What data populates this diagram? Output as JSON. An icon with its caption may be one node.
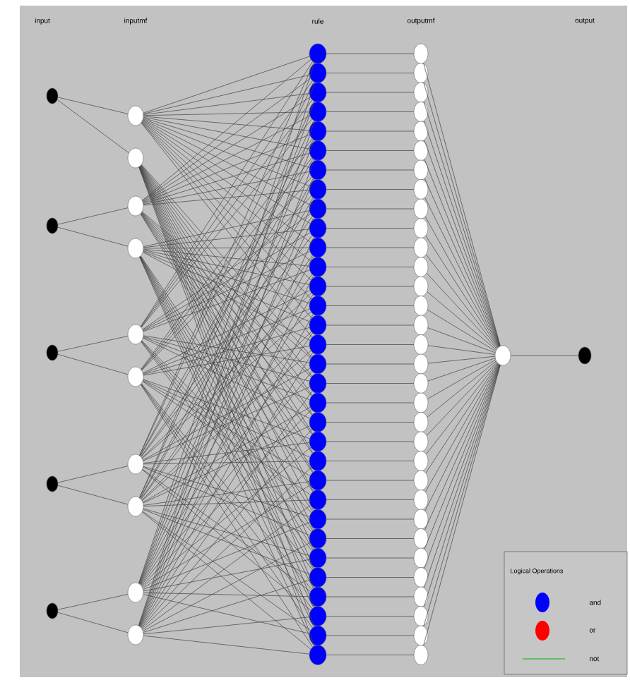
{
  "diagram": {
    "nodes": [
      {
        "text": [],
        "shape": "circle"
      },
      {
        "text": [],
        "shape": "circle"
      },
      {
        "text": [],
        "shape": "circle"
      },
      {
        "text": [],
        "shape": "circle"
      },
      {
        "text": [],
        "shape": "circle"
      },
      {
        "text": [],
        "shape": "circle"
      },
      {
        "text": [],
        "shape": "circle"
      },
      {
        "text": [],
        "shape": "circle"
      },
      {
        "text": [],
        "shape": "circle"
      },
      {
        "text": [],
        "shape": "circle"
      },
      {
        "text": [],
        "shape": "circle"
      },
      {
        "text": [],
        "shape": "circle"
      },
      {
        "text": [],
        "shape": "circle"
      },
      {
        "text": [],
        "shape": "circle"
      },
      {
        "text": [],
        "shape": "circle"
      },
      {
        "text": [],
        "shape": "circle"
      },
      {
        "text": [],
        "shape": "circle"
      },
      {
        "text": [],
        "shape": "circle"
      },
      {
        "text": [],
        "shape": "circle"
      },
      {
        "text": [],
        "shape": "circle"
      },
      {
        "text": [],
        "shape": "circle"
      },
      {
        "text": [],
        "shape": "circle"
      },
      {
        "text": [],
        "shape": "circle"
      },
      {
        "text": [],
        "shape": "circle"
      },
      {
        "text": [],
        "shape": "circle"
      },
      {
        "text": [],
        "shape": "circle"
      },
      {
        "text": [],
        "shape": "circle"
      },
      {
        "text": [],
        "shape": "circle"
      },
      {
        "text": [],
        "shape": "circle"
      },
      {
        "text": [],
        "shape": "circle"
      },
      {
        "text": [],
        "shape": "circle"
      },
      {
        "text": [],
        "shape": "circle"
      },
      {
        "text": [],
        "shape": "circle"
      },
      {
        "text": [],
        "shape": "circle"
      },
      {
        "text": [],
        "shape": "circle"
      },
      {
        "text": [],
        "shape": "circle"
      },
      {
        "text": [],
        "shape": "circle"
      },
      {
        "text": [],
        "shape": "circle"
      },
      {
        "text": [],
        "shape": "circle"
      },
      {
        "text": [],
        "shape": "circle"
      },
      {
        "text": [],
        "shape": "circle"
      },
      {
        "text": [],
        "shape": "circle"
      },
      {
        "text": [],
        "shape": "circle"
      },
      {
        "text": [],
        "shape": "circle"
      },
      {
        "text": [],
        "shape": "circle"
      },
      {
        "text": [],
        "shape": "circle"
      },
      {
        "text": [],
        "shape": "circle"
      },
      {
        "text": [],
        "shape": "circle"
      },
      {
        "text": [],
        "shape": "circle"
      },
      {
        "text": [],
        "shape": "circle"
      },
      {
        "text": [],
        "shape": "circle"
      },
      {
        "text": [],
        "shape": "circle"
      },
      {
        "text": [],
        "shape": "circle"
      },
      {
        "text": [],
        "shape": "circle"
      },
      {
        "text": [],
        "shape": "circle"
      },
      {
        "text": [],
        "shape": "circle"
      },
      {
        "text": [],
        "shape": "circle"
      },
      {
        "text": [],
        "shape": "circle"
      },
      {
        "text": [],
        "shape": "circle"
      },
      {
        "text": [],
        "shape": "circle"
      },
      {
        "text": [],
        "shape": "circle"
      },
      {
        "text": [],
        "shape": "circle"
      },
      {
        "text": [],
        "shape": "circle"
      },
      {
        "text": [],
        "shape": "circle"
      },
      {
        "text": [],
        "shape": "circle"
      },
      {
        "text": [],
        "shape": "circle"
      },
      {
        "text": [],
        "shape": "circle"
      },
      {
        "text": [],
        "shape": "circle"
      },
      {
        "text": [],
        "shape": "circle"
      },
      {
        "text": [],
        "shape": "circle"
      },
      {
        "text": [],
        "shape": "circle"
      },
      {
        "text": [],
        "shape": "circle"
      },
      {
        "text": [],
        "shape": "circle"
      },
      {
        "text": [],
        "shape": "circle"
      },
      {
        "text": [],
        "shape": "circle"
      },
      {
        "text": [],
        "shape": "circle"
      },
      {
        "text": [],
        "shape": "circle"
      },
      {
        "text": [],
        "shape": "circle"
      },
      {
        "text": [],
        "shape": "circle"
      },
      {
        "text": [],
        "shape": "circle"
      },
      {
        "text": [],
        "shape": "circle"
      }
    ],
    "edges": [
      {
        "from": 0,
        "to": 5,
        "arrow": "none"
      },
      {
        "from": 0,
        "to": 6,
        "arrow": "none"
      },
      {
        "from": 1,
        "to": 7,
        "arrow": "none"
      },
      {
        "from": 1,
        "to": 8,
        "arrow": "none"
      },
      {
        "from": 2,
        "to": 9,
        "arrow": "none"
      },
      {
        "from": 2,
        "to": 10,
        "arrow": "none"
      },
      {
        "from": 3,
        "to": 11,
        "arrow": "none"
      },
      {
        "from": 3,
        "to": 12,
        "arrow": "none"
      },
      {
        "from": 4,
        "to": 13,
        "arrow": "none"
      },
      {
        "from": 4,
        "to": 14,
        "arrow": "none"
      },
      {
        "from": 5,
        "to": 15,
        "arrow": "none"
      },
      {
        "from": 7,
        "to": 15,
        "arrow": "none"
      },
      {
        "from": 9,
        "to": 15,
        "arrow": "none"
      },
      {
        "from": 11,
        "to": 15,
        "arrow": "none"
      },
      {
        "from": 13,
        "to": 15,
        "arrow": "none"
      },
      {
        "from": 5,
        "to": 16,
        "arrow": "none"
      },
      {
        "from": 7,
        "to": 16,
        "arrow": "none"
      },
      {
        "from": 9,
        "to": 16,
        "arrow": "none"
      },
      {
        "from": 11,
        "to": 16,
        "arrow": "none"
      },
      {
        "from": 14,
        "to": 16,
        "arrow": "none"
      },
      {
        "from": 5,
        "to": 17,
        "arrow": "none"
      },
      {
        "from": 7,
        "to": 17,
        "arrow": "none"
      },
      {
        "from": 9,
        "to": 17,
        "arrow": "none"
      },
      {
        "from": 12,
        "to": 17,
        "arrow": "none"
      },
      {
        "from": 13,
        "to": 17,
        "arrow": "none"
      },
      {
        "from": 5,
        "to": 18,
        "arrow": "none"
      },
      {
        "from": 7,
        "to": 18,
        "arrow": "none"
      },
      {
        "from": 9,
        "to": 18,
        "arrow": "none"
      },
      {
        "from": 12,
        "to": 18,
        "arrow": "none"
      },
      {
        "from": 14,
        "to": 18,
        "arrow": "none"
      },
      {
        "from": 5,
        "to": 19,
        "arrow": "none"
      },
      {
        "from": 7,
        "to": 19,
        "arrow": "none"
      },
      {
        "from": 10,
        "to": 19,
        "arrow": "none"
      },
      {
        "from": 11,
        "to": 19,
        "arrow": "none"
      },
      {
        "from": 13,
        "to": 19,
        "arrow": "none"
      },
      {
        "from": 5,
        "to": 20,
        "arrow": "none"
      },
      {
        "from": 7,
        "to": 20,
        "arrow": "none"
      },
      {
        "from": 10,
        "to": 20,
        "arrow": "none"
      },
      {
        "from": 11,
        "to": 20,
        "arrow": "none"
      },
      {
        "from": 14,
        "to": 20,
        "arrow": "none"
      },
      {
        "from": 5,
        "to": 21,
        "arrow": "none"
      },
      {
        "from": 7,
        "to": 21,
        "arrow": "none"
      },
      {
        "from": 10,
        "to": 21,
        "arrow": "none"
      },
      {
        "from": 12,
        "to": 21,
        "arrow": "none"
      },
      {
        "from": 13,
        "to": 21,
        "arrow": "none"
      },
      {
        "from": 5,
        "to": 22,
        "arrow": "none"
      },
      {
        "from": 7,
        "to": 22,
        "arrow": "none"
      },
      {
        "from": 10,
        "to": 22,
        "arrow": "none"
      },
      {
        "from": 12,
        "to": 22,
        "arrow": "none"
      },
      {
        "from": 14,
        "to": 22,
        "arrow": "none"
      },
      {
        "from": 5,
        "to": 23,
        "arrow": "none"
      },
      {
        "from": 8,
        "to": 23,
        "arrow": "none"
      },
      {
        "from": 9,
        "to": 23,
        "arrow": "none"
      },
      {
        "from": 11,
        "to": 23,
        "arrow": "none"
      },
      {
        "from": 13,
        "to": 23,
        "arrow": "none"
      },
      {
        "from": 5,
        "to": 24,
        "arrow": "none"
      },
      {
        "from": 8,
        "to": 24,
        "arrow": "none"
      },
      {
        "from": 9,
        "to": 24,
        "arrow": "none"
      },
      {
        "from": 11,
        "to": 24,
        "arrow": "none"
      },
      {
        "from": 14,
        "to": 24,
        "arrow": "none"
      },
      {
        "from": 5,
        "to": 25,
        "arrow": "none"
      },
      {
        "from": 8,
        "to": 25,
        "arrow": "none"
      },
      {
        "from": 9,
        "to": 25,
        "arrow": "none"
      },
      {
        "from": 12,
        "to": 25,
        "arrow": "none"
      },
      {
        "from": 13,
        "to": 25,
        "arrow": "none"
      },
      {
        "from": 5,
        "to": 26,
        "arrow": "none"
      },
      {
        "from": 8,
        "to": 26,
        "arrow": "none"
      },
      {
        "from": 9,
        "to": 26,
        "arrow": "none"
      },
      {
        "from": 12,
        "to": 26,
        "arrow": "none"
      },
      {
        "from": 14,
        "to": 26,
        "arrow": "none"
      },
      {
        "from": 5,
        "to": 27,
        "arrow": "none"
      },
      {
        "from": 8,
        "to": 27,
        "arrow": "none"
      },
      {
        "from": 10,
        "to": 27,
        "arrow": "none"
      },
      {
        "from": 11,
        "to": 27,
        "arrow": "none"
      },
      {
        "from": 13,
        "to": 27,
        "arrow": "none"
      },
      {
        "from": 5,
        "to": 28,
        "arrow": "none"
      },
      {
        "from": 8,
        "to": 28,
        "arrow": "none"
      },
      {
        "from": 10,
        "to": 28,
        "arrow": "none"
      },
      {
        "from": 11,
        "to": 28,
        "arrow": "none"
      },
      {
        "from": 14,
        "to": 28,
        "arrow": "none"
      },
      {
        "from": 5,
        "to": 29,
        "arrow": "none"
      },
      {
        "from": 8,
        "to": 29,
        "arrow": "none"
      },
      {
        "from": 10,
        "to": 29,
        "arrow": "none"
      },
      {
        "from": 12,
        "to": 29,
        "arrow": "none"
      },
      {
        "from": 13,
        "to": 29,
        "arrow": "none"
      },
      {
        "from": 5,
        "to": 30,
        "arrow": "none"
      },
      {
        "from": 8,
        "to": 30,
        "arrow": "none"
      },
      {
        "from": 10,
        "to": 30,
        "arrow": "none"
      },
      {
        "from": 12,
        "to": 30,
        "arrow": "none"
      },
      {
        "from": 14,
        "to": 30,
        "arrow": "none"
      },
      {
        "from": 6,
        "to": 31,
        "arrow": "none"
      },
      {
        "from": 7,
        "to": 31,
        "arrow": "none"
      },
      {
        "from": 9,
        "to": 31,
        "arrow": "none"
      },
      {
        "from": 11,
        "to": 31,
        "arrow": "none"
      },
      {
        "from": 13,
        "to": 31,
        "arrow": "none"
      },
      {
        "from": 6,
        "to": 32,
        "arrow": "none"
      },
      {
        "from": 7,
        "to": 32,
        "arrow": "none"
      },
      {
        "from": 9,
        "to": 32,
        "arrow": "none"
      },
      {
        "from": 11,
        "to": 32,
        "arrow": "none"
      },
      {
        "from": 14,
        "to": 32,
        "arrow": "none"
      },
      {
        "from": 6,
        "to": 33,
        "arrow": "none"
      },
      {
        "from": 7,
        "to": 33,
        "arrow": "none"
      },
      {
        "from": 9,
        "to": 33,
        "arrow": "none"
      },
      {
        "from": 12,
        "to": 33,
        "arrow": "none"
      },
      {
        "from": 13,
        "to": 33,
        "arrow": "none"
      },
      {
        "from": 6,
        "to": 34,
        "arrow": "none"
      },
      {
        "from": 7,
        "to": 34,
        "arrow": "none"
      },
      {
        "from": 9,
        "to": 34,
        "arrow": "none"
      },
      {
        "from": 12,
        "to": 34,
        "arrow": "none"
      },
      {
        "from": 14,
        "to": 34,
        "arrow": "none"
      },
      {
        "from": 6,
        "to": 35,
        "arrow": "none"
      },
      {
        "from": 7,
        "to": 35,
        "arrow": "none"
      },
      {
        "from": 10,
        "to": 35,
        "arrow": "none"
      },
      {
        "from": 11,
        "to": 35,
        "arrow": "none"
      },
      {
        "from": 13,
        "to": 35,
        "arrow": "none"
      },
      {
        "from": 6,
        "to": 36,
        "arrow": "none"
      },
      {
        "from": 7,
        "to": 36,
        "arrow": "none"
      },
      {
        "from": 10,
        "to": 36,
        "arrow": "none"
      },
      {
        "from": 11,
        "to": 36,
        "arrow": "none"
      },
      {
        "from": 14,
        "to": 36,
        "arrow": "none"
      },
      {
        "from": 6,
        "to": 37,
        "arrow": "none"
      },
      {
        "from": 7,
        "to": 37,
        "arrow": "none"
      },
      {
        "from": 10,
        "to": 37,
        "arrow": "none"
      },
      {
        "from": 12,
        "to": 37,
        "arrow": "none"
      },
      {
        "from": 13,
        "to": 37,
        "arrow": "none"
      },
      {
        "from": 6,
        "to": 38,
        "arrow": "none"
      },
      {
        "from": 7,
        "to": 38,
        "arrow": "none"
      },
      {
        "from": 10,
        "to": 38,
        "arrow": "none"
      },
      {
        "from": 12,
        "to": 38,
        "arrow": "none"
      },
      {
        "from": 14,
        "to": 38,
        "arrow": "none"
      },
      {
        "from": 6,
        "to": 39,
        "arrow": "none"
      },
      {
        "from": 8,
        "to": 39,
        "arrow": "none"
      },
      {
        "from": 9,
        "to": 39,
        "arrow": "none"
      },
      {
        "from": 11,
        "to": 39,
        "arrow": "none"
      },
      {
        "from": 13,
        "to": 39,
        "arrow": "none"
      },
      {
        "from": 6,
        "to": 40,
        "arrow": "none"
      },
      {
        "from": 8,
        "to": 40,
        "arrow": "none"
      },
      {
        "from": 9,
        "to": 40,
        "arrow": "none"
      },
      {
        "from": 11,
        "to": 40,
        "arrow": "none"
      },
      {
        "from": 14,
        "to": 40,
        "arrow": "none"
      },
      {
        "from": 6,
        "to": 41,
        "arrow": "none"
      },
      {
        "from": 8,
        "to": 41,
        "arrow": "none"
      },
      {
        "from": 9,
        "to": 41,
        "arrow": "none"
      },
      {
        "from": 12,
        "to": 41,
        "arrow": "none"
      },
      {
        "from": 13,
        "to": 41,
        "arrow": "none"
      },
      {
        "from": 6,
        "to": 42,
        "arrow": "none"
      },
      {
        "from": 8,
        "to": 42,
        "arrow": "none"
      },
      {
        "from": 9,
        "to": 42,
        "arrow": "none"
      },
      {
        "from": 12,
        "to": 42,
        "arrow": "none"
      },
      {
        "from": 14,
        "to": 42,
        "arrow": "none"
      },
      {
        "from": 6,
        "to": 43,
        "arrow": "none"
      },
      {
        "from": 8,
        "to": 43,
        "arrow": "none"
      },
      {
        "from": 10,
        "to": 43,
        "arrow": "none"
      },
      {
        "from": 11,
        "to": 43,
        "arrow": "none"
      },
      {
        "from": 13,
        "to": 43,
        "arrow": "none"
      },
      {
        "from": 6,
        "to": 44,
        "arrow": "none"
      },
      {
        "from": 8,
        "to": 44,
        "arrow": "none"
      },
      {
        "from": 10,
        "to": 44,
        "arrow": "none"
      },
      {
        "from": 11,
        "to": 44,
        "arrow": "none"
      },
      {
        "from": 14,
        "to": 44,
        "arrow": "none"
      },
      {
        "from": 6,
        "to": 45,
        "arrow": "none"
      },
      {
        "from": 8,
        "to": 45,
        "arrow": "none"
      },
      {
        "from": 10,
        "to": 45,
        "arrow": "none"
      },
      {
        "from": 12,
        "to": 45,
        "arrow": "none"
      },
      {
        "from": 13,
        "to": 45,
        "arrow": "none"
      },
      {
        "from": 6,
        "to": 46,
        "arrow": "none"
      },
      {
        "from": 8,
        "to": 46,
        "arrow": "none"
      },
      {
        "from": 10,
        "to": 46,
        "arrow": "none"
      },
      {
        "from": 12,
        "to": 46,
        "arrow": "none"
      },
      {
        "from": 14,
        "to": 46,
        "arrow": "none"
      },
      {
        "from": 15,
        "to": 47,
        "arrow": "none"
      },
      {
        "from": 16,
        "to": 48,
        "arrow": "none"
      },
      {
        "from": 17,
        "to": 49,
        "arrow": "none"
      },
      {
        "from": 18,
        "to": 50,
        "arrow": "none"
      },
      {
        "from": 19,
        "to": 51,
        "arrow": "none"
      },
      {
        "from": 20,
        "to": 52,
        "arrow": "none"
      },
      {
        "from": 21,
        "to": 53,
        "arrow": "none"
      },
      {
        "from": 22,
        "to": 54,
        "arrow": "none"
      },
      {
        "from": 23,
        "to": 55,
        "arrow": "none"
      },
      {
        "from": 24,
        "to": 56,
        "arrow": "none"
      },
      {
        "from": 25,
        "to": 57,
        "arrow": "none"
      },
      {
        "from": 26,
        "to": 58,
        "arrow": "none"
      },
      {
        "from": 27,
        "to": 59,
        "arrow": "none"
      },
      {
        "from": 28,
        "to": 60,
        "arrow": "none"
      },
      {
        "from": 29,
        "to": 61,
        "arrow": "none"
      },
      {
        "from": 30,
        "to": 62,
        "arrow": "none"
      },
      {
        "from": 31,
        "to": 63,
        "arrow": "none"
      },
      {
        "from": 32,
        "to": 64,
        "arrow": "none"
      },
      {
        "from": 33,
        "to": 65,
        "arrow": "none"
      },
      {
        "from": 34,
        "to": 66,
        "arrow": "none"
      },
      {
        "from": 35,
        "to": 67,
        "arrow": "none"
      },
      {
        "from": 36,
        "to": 68,
        "arrow": "none"
      },
      {
        "from": 37,
        "to": 69,
        "arrow": "none"
      },
      {
        "from": 38,
        "to": 70,
        "arrow": "none"
      },
      {
        "from": 39,
        "to": 71,
        "arrow": "none"
      },
      {
        "from": 40,
        "to": 72,
        "arrow": "none"
      },
      {
        "from": 41,
        "to": 73,
        "arrow": "none"
      },
      {
        "from": 42,
        "to": 74,
        "arrow": "none"
      },
      {
        "from": 43,
        "to": 75,
        "arrow": "none"
      },
      {
        "from": 44,
        "to": 76,
        "arrow": "none"
      },
      {
        "from": 45,
        "to": 77,
        "arrow": "none"
      },
      {
        "from": 46,
        "to": 78,
        "arrow": "none"
      },
      {
        "from": 47,
        "to": 79,
        "arrow": "none"
      },
      {
        "from": 48,
        "to": 79,
        "arrow": "none"
      },
      {
        "from": 49,
        "to": 79,
        "arrow": "none"
      },
      {
        "from": 50,
        "to": 79,
        "arrow": "none"
      },
      {
        "from": 51,
        "to": 79,
        "arrow": "none"
      },
      {
        "from": 52,
        "to": 79,
        "arrow": "none"
      },
      {
        "from": 53,
        "to": 79,
        "arrow": "none"
      },
      {
        "from": 54,
        "to": 79,
        "arrow": "none"
      },
      {
        "from": 55,
        "to": 79,
        "arrow": "none"
      },
      {
        "from": 56,
        "to": 79,
        "arrow": "none"
      },
      {
        "from": 57,
        "to": 79,
        "arrow": "none"
      },
      {
        "from": 58,
        "to": 79,
        "arrow": "none"
      },
      {
        "from": 59,
        "to": 79,
        "arrow": "none"
      },
      {
        "from": 60,
        "to": 79,
        "arrow": "none"
      },
      {
        "from": 61,
        "to": 79,
        "arrow": "none"
      },
      {
        "from": 62,
        "to": 79,
        "arrow": "none"
      },
      {
        "from": 63,
        "to": 79,
        "arrow": "none"
      },
      {
        "from": 64,
        "to": 79,
        "arrow": "none"
      },
      {
        "from": 65,
        "to": 79,
        "arrow": "none"
      },
      {
        "from": 66,
        "to": 79,
        "arrow": "none"
      },
      {
        "from": 67,
        "to": 79,
        "arrow": "none"
      },
      {
        "from": 68,
        "to": 79,
        "arrow": "none"
      },
      {
        "from": 69,
        "to": 79,
        "arrow": "none"
      },
      {
        "from": 70,
        "to": 79,
        "arrow": "none"
      },
      {
        "from": 71,
        "to": 79,
        "arrow": "none"
      },
      {
        "from": 72,
        "to": 79,
        "arrow": "none"
      },
      {
        "from": 73,
        "to": 79,
        "arrow": "none"
      },
      {
        "from": 74,
        "to": 79,
        "arrow": "none"
      },
      {
        "from": 75,
        "to": 79,
        "arrow": "none"
      },
      {
        "from": 76,
        "to": 79,
        "arrow": "none"
      },
      {
        "from": 77,
        "to": 79,
        "arrow": "none"
      },
      {
        "from": 78,
        "to": 79,
        "arrow": "none"
      },
      {
        "from": 79,
        "to": 80,
        "arrow": "none"
      }
    ],
    "labels": [
      "input",
      "inputmf",
      "rule",
      "outputmf",
      "output",
      "Logical Operations"
    ],
    "legend": [
      {
        "text": "and",
        "color": "#0000ff"
      },
      {
        "text": "or",
        "color": "#ff0000"
      },
      {
        "text": "not"
      }
    ]
  }
}
